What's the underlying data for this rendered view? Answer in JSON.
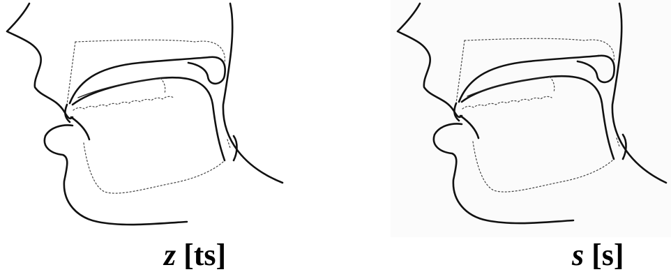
{
  "figures": [
    {
      "id": "left",
      "letter": "z",
      "ipa": "[ts]"
    },
    {
      "id": "right",
      "letter": "s",
      "ipa": "[s]"
    }
  ]
}
